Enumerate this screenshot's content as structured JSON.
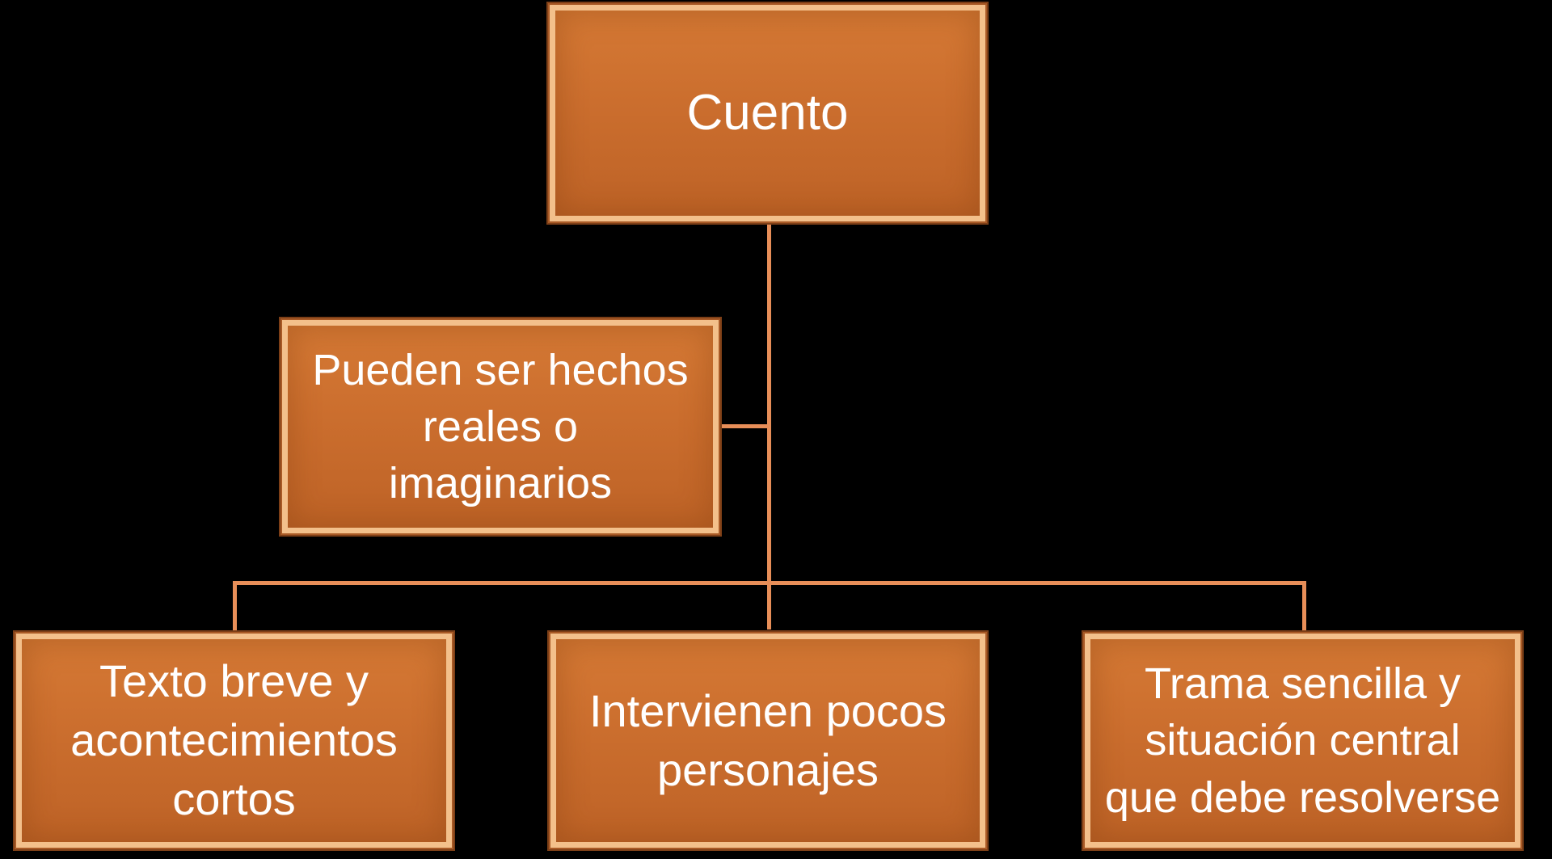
{
  "diagram": {
    "type": "org-chart",
    "title": "Cuento",
    "background_color": "#000000",
    "node_fill_color": "#C96C2E",
    "node_bevel_color": "#F3C08B",
    "node_border_color": "#7D3F17",
    "node_text_color": "#FFFFFF",
    "connector_color": "#E78E58",
    "root": {
      "label": "Cuento"
    },
    "note": {
      "label": "Pueden ser hechos\nreales o\nimaginarios"
    },
    "children": [
      {
        "label": "Texto breve y\nacontecimientos\ncortos"
      },
      {
        "label": "Intervienen pocos\npersonajes"
      },
      {
        "label": "Trama sencilla y\nsituación central\nque debe resolverse"
      }
    ]
  }
}
